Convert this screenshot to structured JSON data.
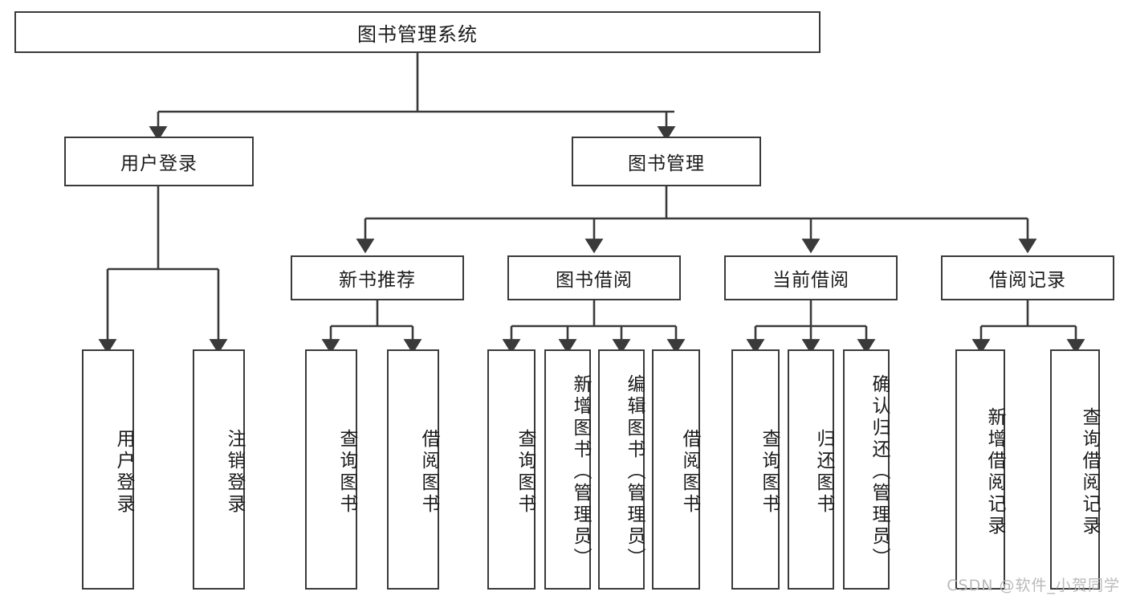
{
  "diagram": {
    "title": "图书管理系统",
    "type": "tree-hierarchy-chart",
    "accent_color": "#3a3a3a",
    "background_color": "#ffffff",
    "root": {
      "label": "图书管理系统"
    },
    "level2": [
      {
        "label": "用户登录"
      },
      {
        "label": "图书管理"
      }
    ],
    "level3": [
      {
        "label": "新书推荐"
      },
      {
        "label": "图书借阅"
      },
      {
        "label": "当前借阅"
      },
      {
        "label": "借阅记录"
      }
    ],
    "leaves": {
      "user_login": [
        {
          "label": "用户登录"
        },
        {
          "label": "注销登录"
        }
      ],
      "new_book_recommend": [
        {
          "label": "查询图书"
        },
        {
          "label": "借阅图书"
        }
      ],
      "book_borrow": [
        {
          "label": "查询图书"
        },
        {
          "label": "新增图书（管理员）"
        },
        {
          "label": "编辑图书（管理员）"
        },
        {
          "label": "借阅图书"
        }
      ],
      "current_borrow": [
        {
          "label": "查询图书"
        },
        {
          "label": "归还图书"
        },
        {
          "label": "确认归还（管理员）"
        }
      ],
      "borrow_records": [
        {
          "label": "新增借阅记录"
        },
        {
          "label": "查询借阅记录"
        }
      ]
    }
  },
  "watermark": {
    "text": "CSDN @软件_小贺同学"
  }
}
